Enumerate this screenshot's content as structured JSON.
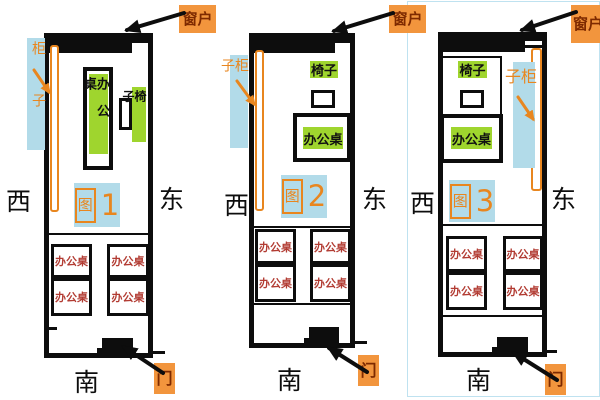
{
  "labels": {
    "window": "窗户",
    "door": "门",
    "cabinet": "柜子",
    "chair": "椅子",
    "desk": "办公桌",
    "west": "西",
    "east": "东",
    "south": "南"
  },
  "rooms": [
    {
      "figure_char": "图",
      "figure_number": "1"
    },
    {
      "figure_char": "图",
      "figure_number": "2"
    },
    {
      "figure_char": "图",
      "figure_number": "3"
    }
  ],
  "colors": {
    "orange_label_bg": "#F2953D",
    "orange_label_text": "#7E2A00",
    "blue_label_bg": "#B2DBE9",
    "accent_orange": "#E8861F",
    "green_label_bg": "#9FD52E",
    "desk_text_red": "#B23B32",
    "wall_black": "#0D0D0D",
    "panel_frame_blue": "#BFE2F0"
  }
}
